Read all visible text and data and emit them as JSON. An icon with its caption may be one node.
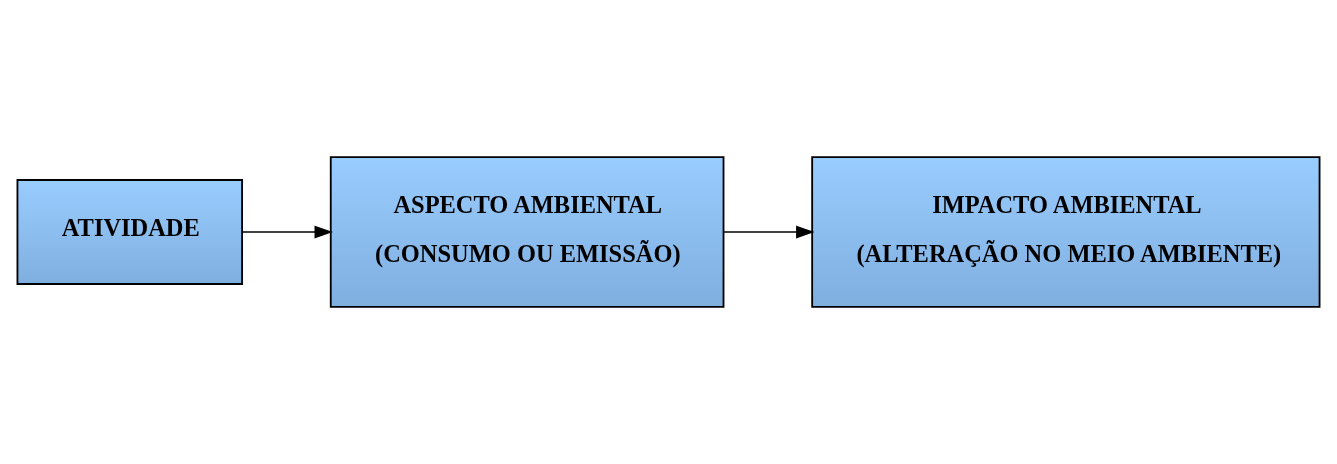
{
  "diagram": {
    "nodes": [
      {
        "text": [
          "ATIVIDADE"
        ]
      },
      {
        "text": [
          "ASPECTO AMBIENTAL",
          "(CONSUMO OU EMISSÃO)"
        ]
      },
      {
        "text": [
          "IMPACTO AMBIENTAL",
          "(ALTERAÇÃO NO MEIO AMBIENTE)"
        ]
      }
    ],
    "edges": [
      {
        "from": 0,
        "to": 1,
        "arrow": "to"
      },
      {
        "from": 1,
        "to": 2,
        "arrow": "to"
      }
    ]
  }
}
